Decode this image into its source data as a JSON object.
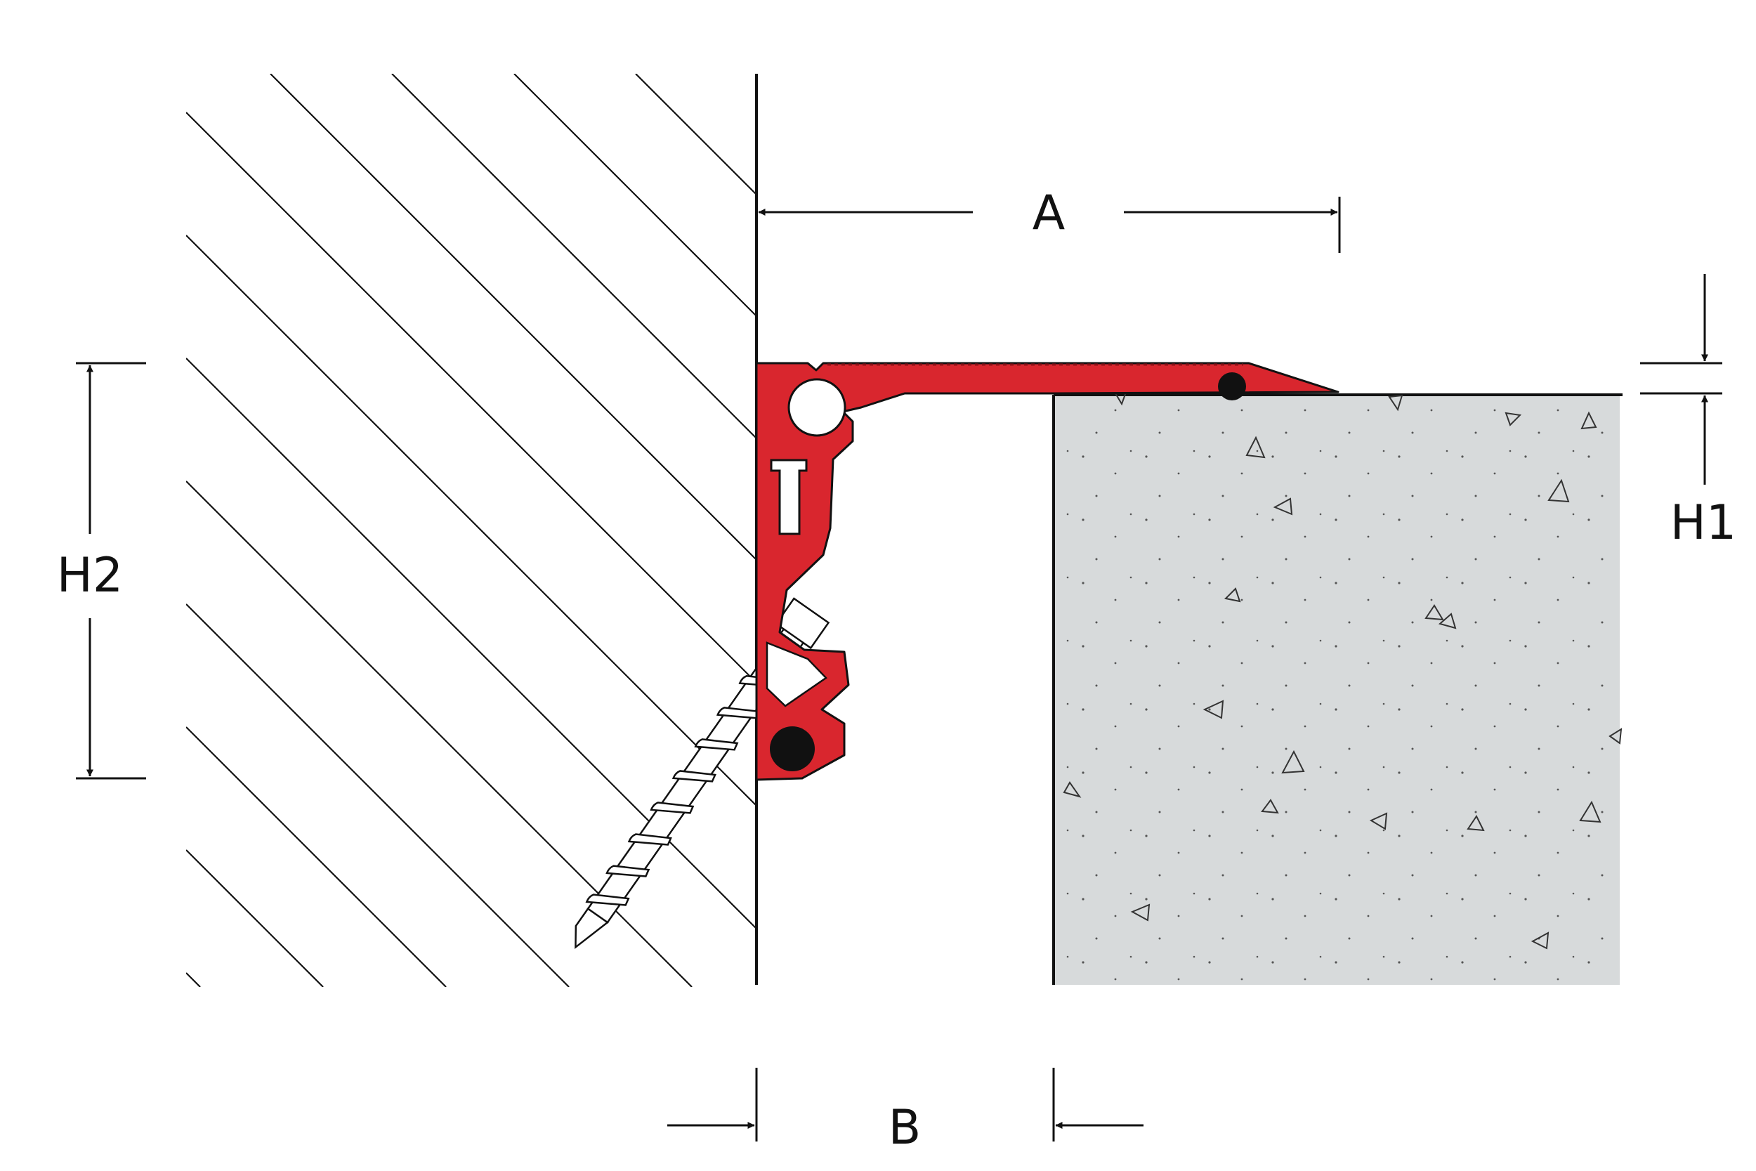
{
  "labels": {
    "a": "A",
    "b": "B",
    "h1": "H1",
    "h2": "H2"
  },
  "colors": {
    "profile": "#d9262e",
    "concrete": "#d7dadb",
    "line": "#111111",
    "background": "#ffffff"
  }
}
